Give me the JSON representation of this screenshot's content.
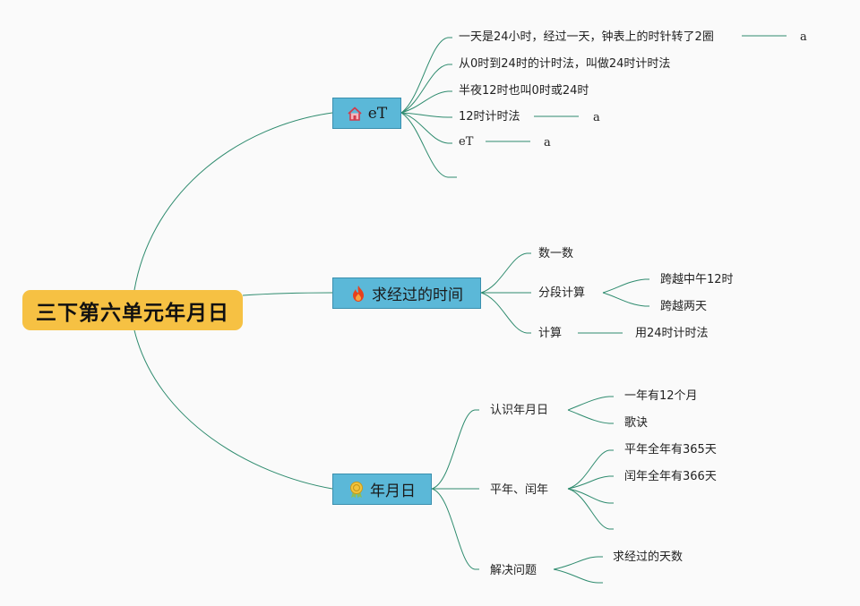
{
  "root": {
    "label": "三下第六单元年月日"
  },
  "branches": [
    {
      "label": "eT",
      "icon": "home-icon",
      "children": [
        {
          "label": "一天是24小时，经过一天，钟表上的时针转了2圈",
          "note": "a"
        },
        {
          "label": "从0时到24时的计时法，叫做24时计时法"
        },
        {
          "label": "半夜12时也叫0时或24时"
        },
        {
          "label": "12时计时法",
          "note": "a"
        },
        {
          "label": "eT",
          "note": "a"
        },
        {
          "label": ""
        }
      ]
    },
    {
      "label": "求经过的时间",
      "icon": "fire-icon",
      "children": [
        {
          "label": "数一数"
        },
        {
          "label": "分段计算",
          "children": [
            {
              "label": "跨越中午12时"
            },
            {
              "label": "跨越两天"
            }
          ]
        },
        {
          "label": "计算",
          "children": [
            {
              "label": "用24时计时法"
            }
          ]
        }
      ]
    },
    {
      "label": "年月日",
      "icon": "award-icon",
      "children": [
        {
          "label": "认识年月日",
          "children": [
            {
              "label": "一年有12个月"
            },
            {
              "label": "歌诀"
            }
          ]
        },
        {
          "label": "平年、闰年",
          "children": [
            {
              "label": "平年全年有365天"
            },
            {
              "label": "闰年全年有366天"
            },
            {
              "label": ""
            },
            {
              "label": ""
            }
          ]
        },
        {
          "label": "解决问题",
          "children": [
            {
              "label": "求经过的天数"
            },
            {
              "label": ""
            }
          ]
        }
      ]
    }
  ],
  "colors": {
    "root_fill": "#f6c143",
    "branch_fill": "#5bb8d8",
    "branch_border": "#3a8fae",
    "link": "#2e8b6e",
    "background": "#fafafa"
  }
}
